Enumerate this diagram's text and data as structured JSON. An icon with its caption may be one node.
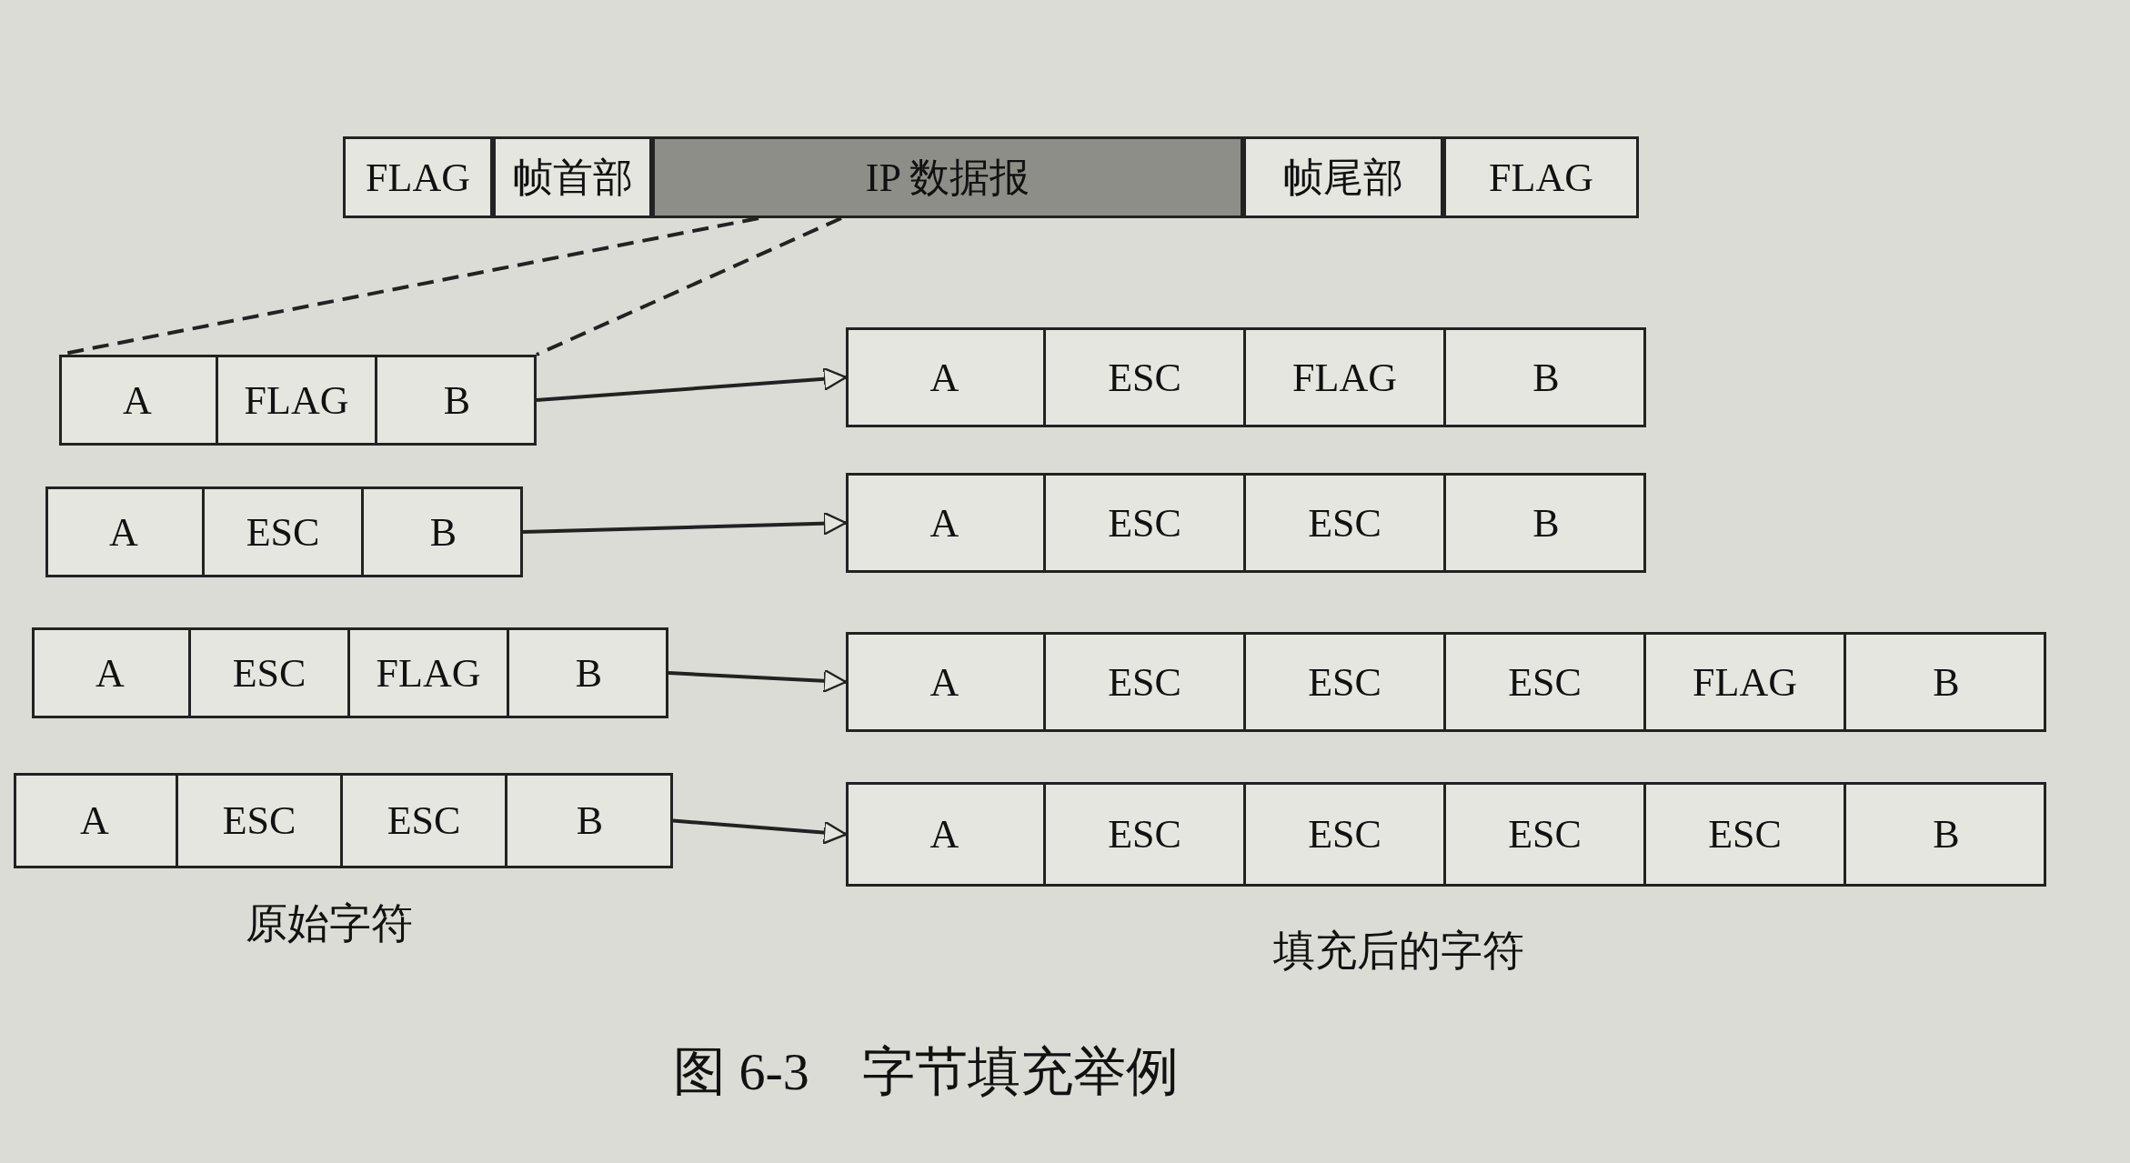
{
  "diagram": {
    "caption": "图 6-3　字节填充举例",
    "nodes": [
      {
        "text": [
          "FLAG"
        ]
      },
      {
        "text": [
          "帧首部"
        ]
      },
      {
        "text": [
          "IP 数据报"
        ]
      },
      {
        "text": [
          "帧尾部"
        ]
      },
      {
        "text": [
          "FLAG"
        ]
      },
      {
        "text": [],
        "shape": "box"
      },
      {
        "text": [
          "A"
        ],
        "in": 5
      },
      {
        "text": [
          "FLAG"
        ],
        "in": 5
      },
      {
        "text": [
          "B"
        ],
        "in": 5
      },
      {
        "text": [],
        "shape": "box"
      },
      {
        "text": [
          "A"
        ],
        "in": 9
      },
      {
        "text": [
          "ESC"
        ],
        "in": 9
      },
      {
        "text": [
          "FLAG"
        ],
        "in": 9
      },
      {
        "text": [
          "B"
        ],
        "in": 9
      },
      {
        "text": [],
        "shape": "box"
      },
      {
        "text": [
          "A"
        ],
        "in": 14
      },
      {
        "text": [
          "ESC"
        ],
        "in": 14
      },
      {
        "text": [
          "B"
        ],
        "in": 14
      },
      {
        "text": [],
        "shape": "box"
      },
      {
        "text": [
          "A"
        ],
        "in": 18
      },
      {
        "text": [
          "ESC"
        ],
        "in": 18
      },
      {
        "text": [
          "ESC"
        ],
        "in": 18
      },
      {
        "text": [
          "B"
        ],
        "in": 18
      },
      {
        "text": [],
        "shape": "box"
      },
      {
        "text": [
          "A"
        ],
        "in": 23
      },
      {
        "text": [
          "ESC"
        ],
        "in": 23
      },
      {
        "text": [
          "FLAG"
        ],
        "in": 23
      },
      {
        "text": [
          "B"
        ],
        "in": 23
      },
      {
        "text": [],
        "shape": "box"
      },
      {
        "text": [
          "A"
        ],
        "in": 28
      },
      {
        "text": [
          "ESC"
        ],
        "in": 28
      },
      {
        "text": [
          "ESC"
        ],
        "in": 28
      },
      {
        "text": [
          "ESC"
        ],
        "in": 28
      },
      {
        "text": [
          "FLAG"
        ],
        "in": 28
      },
      {
        "text": [
          "B"
        ],
        "in": 28
      },
      {
        "text": [],
        "shape": "box"
      },
      {
        "text": [
          "A"
        ],
        "in": 35
      },
      {
        "text": [
          "ESC"
        ],
        "in": 35
      },
      {
        "text": [
          "ESC"
        ],
        "in": 35
      },
      {
        "text": [
          "B"
        ],
        "in": 35
      },
      {
        "text": [],
        "shape": "box"
      },
      {
        "text": [
          "A"
        ],
        "in": 40
      },
      {
        "text": [
          "ESC"
        ],
        "in": 40
      },
      {
        "text": [
          "ESC"
        ],
        "in": 40
      },
      {
        "text": [
          "ESC"
        ],
        "in": 40
      },
      {
        "text": [
          "ESC"
        ],
        "in": 40
      },
      {
        "text": [
          "B"
        ],
        "in": 40
      }
    ],
    "edges": [
      {
        "from": 2,
        "to": 5,
        "arrow": "none",
        "style": "dashed"
      },
      {
        "from": 2,
        "to": 5,
        "arrow": "none",
        "style": "dashed"
      },
      {
        "from": 5,
        "to": 9,
        "arrow": "to"
      },
      {
        "from": 14,
        "to": 18,
        "arrow": "to"
      },
      {
        "from": 23,
        "to": 28,
        "arrow": "to"
      },
      {
        "from": 35,
        "to": 40,
        "arrow": "to"
      }
    ],
    "labels": [
      "原始字符",
      "填充后的字符"
    ]
  }
}
